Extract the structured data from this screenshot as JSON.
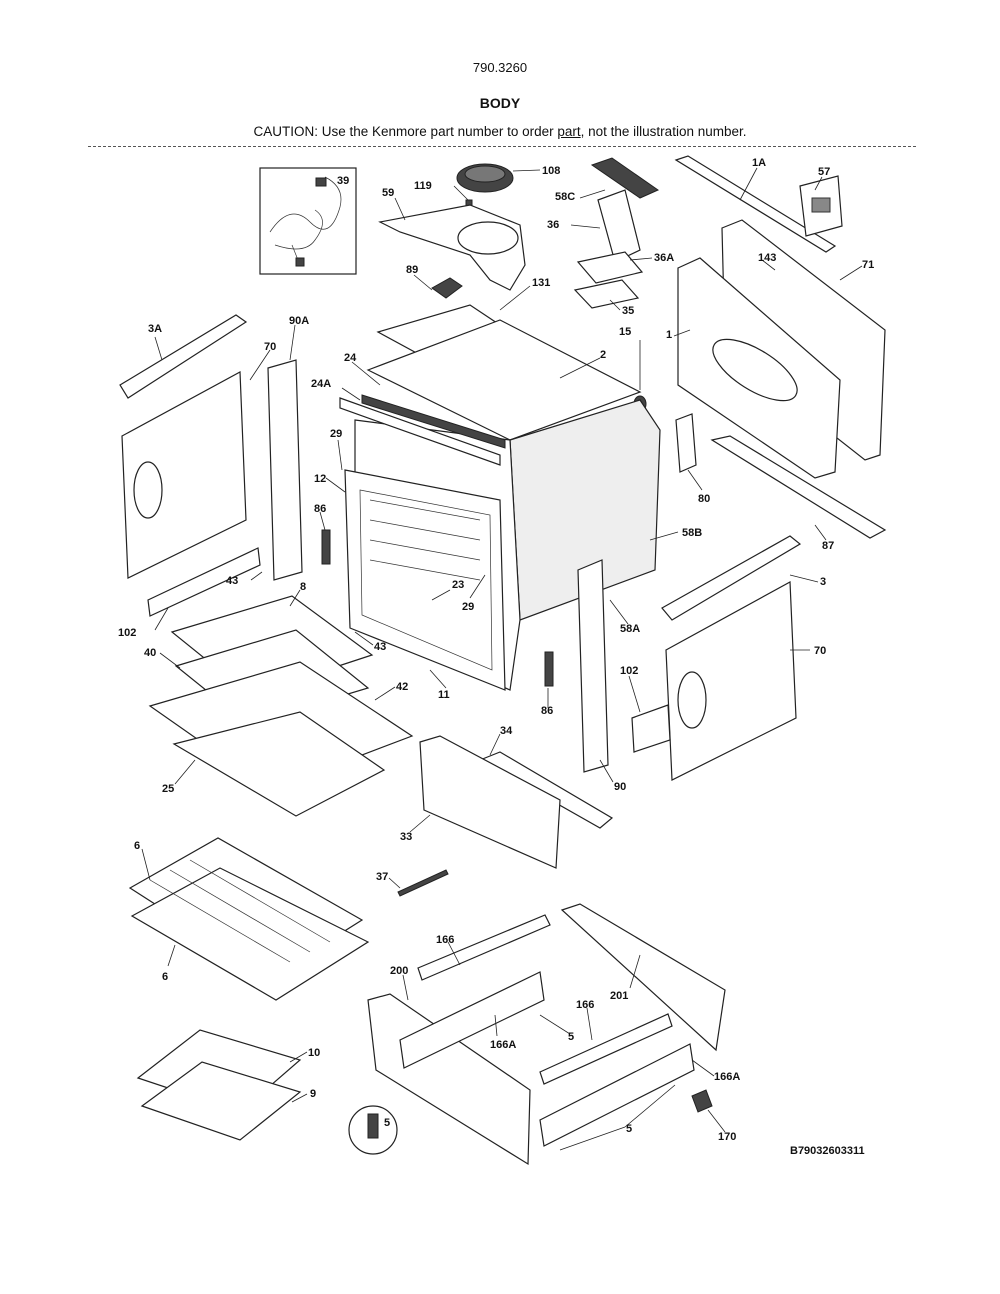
{
  "header": {
    "model_number": "790.3260",
    "section_title": "BODY",
    "caution_before": "CAUTION: Use the Kenmore part number to order ",
    "caution_underlined": "part",
    "caution_after": ", not the illustration number."
  },
  "diagram_code": "B79032603311",
  "part_labels": {
    "p39": "39",
    "p119": "119",
    "p108": "108",
    "p59": "59",
    "p58C": "58C",
    "p36": "36",
    "p36A": "36A",
    "p89": "89",
    "p35": "35",
    "p131": "131",
    "p1A": "1A",
    "p57": "57",
    "p143": "143",
    "p71": "71",
    "p1": "1",
    "p15": "15",
    "p2": "2",
    "p3A": "3A",
    "p90A": "90A",
    "p70a": "70",
    "p24": "24",
    "p24A": "24A",
    "p29a": "29",
    "p12": "12",
    "p86a": "86",
    "p80": "80",
    "p58B": "58B",
    "p87": "87",
    "p3": "3",
    "p43a": "43",
    "p8": "8",
    "p102a": "102",
    "p23": "23",
    "p29b": "29",
    "p58A": "58A",
    "p70b": "70",
    "p43b": "43",
    "p40": "40",
    "p42": "42",
    "p11": "11",
    "p86b": "86",
    "p102b": "102",
    "p34": "34",
    "p25": "25",
    "p90": "90",
    "p33": "33",
    "p6a": "6",
    "p37": "37",
    "p6b": "6",
    "p166a": "166",
    "p200": "200",
    "p201": "201",
    "p166b": "166",
    "p166Aa": "166A",
    "p5a": "5",
    "p166Ab": "166A",
    "p10": "10",
    "p9": "9",
    "p5b": "5",
    "p5c": "5",
    "p170": "170"
  }
}
